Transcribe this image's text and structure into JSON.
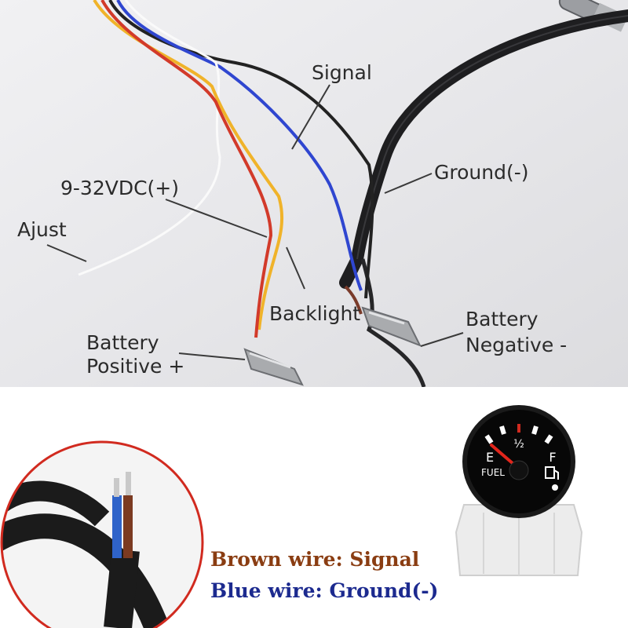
{
  "labels": {
    "signal": "Signal",
    "ground": "Ground(-)",
    "voltage": "9-32VDC(+)",
    "adjust": "Ajust",
    "backlight": "Backlight",
    "battery_positive_1": "Battery",
    "battery_positive_2": "Positive +",
    "battery_negative_1": "Battery",
    "battery_negative_2": "Negative -"
  },
  "gauge": {
    "empty": "E",
    "half": "½",
    "full": "F",
    "label": "FUEL"
  },
  "captions": {
    "brown": "Brown wire: Signal",
    "blue": "Blue wire: Ground(-)"
  },
  "colors": {
    "brown_caption": "#8a3d12",
    "blue_caption": "#1c2a8f",
    "closeup_ring": "#d12a1f",
    "needle": "#e2261c"
  }
}
